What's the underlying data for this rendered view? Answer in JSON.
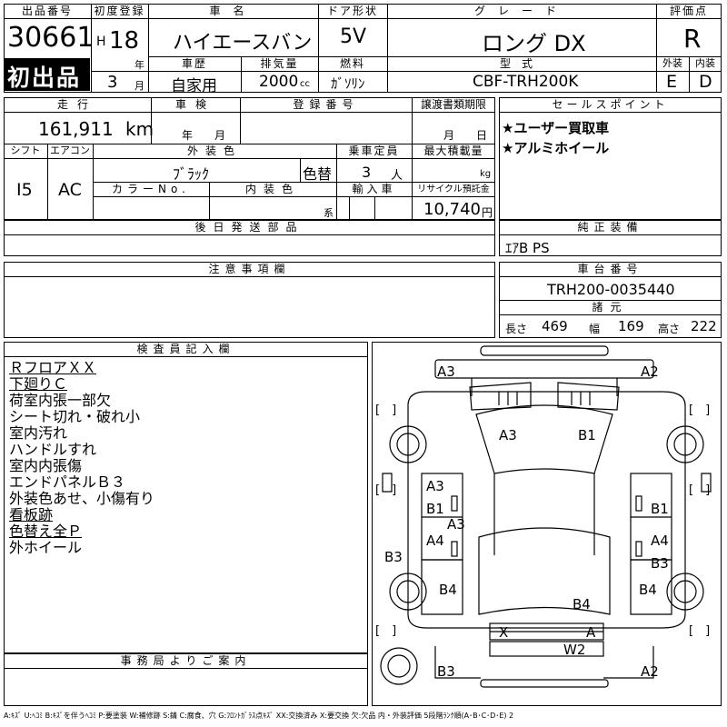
{
  "header": {
    "lot_no_label": "出品番号",
    "lot_no": "30661",
    "first_badge": "初出品",
    "first_reg_label": "初度登録",
    "era": "H",
    "year": "18",
    "year_unit": "年",
    "month": "3",
    "month_unit": "月",
    "car_name_label": "車名",
    "car_name": "ハイエースバン",
    "door_label": "ドア形状",
    "door": "5V",
    "grade_label": "グレード",
    "grade": "ロング DX",
    "score_label": "評価点",
    "score": "R",
    "history_label": "車歴",
    "history": "自家用",
    "displacement_label": "排気量",
    "displacement": "2000",
    "displacement_unit": "cc",
    "fuel_label": "燃料",
    "fuel": "ｶﾞｿﾘﾝ",
    "model_label": "型式",
    "model": "CBF-TRH200K",
    "exterior_label": "外装",
    "exterior": "E",
    "interior_label": "内装",
    "interior": "D"
  },
  "row2": {
    "mileage_label": "走行",
    "mileage": "161,911",
    "mileage_unit": "km",
    "inspection_label": "車検",
    "inspection_ym": "年　　月",
    "reg_no_label": "登録番号",
    "transfer_label": "譲渡書類期限",
    "transfer_md": "月　　日",
    "sales_label": "セールスポイント",
    "sales_points": [
      "★ユーザー買取車",
      "★アルミホイール"
    ]
  },
  "row3": {
    "shift_label": "シフト",
    "shift": "I5",
    "ac_label": "エアコン",
    "ac": "AC",
    "color_label": "外装色",
    "color": "ﾌﾞﾗｯｸ",
    "repaint": "色替",
    "capacity_label": "乗車定員",
    "capacity": "3",
    "capacity_unit": "人",
    "load_label": "最大積載量",
    "load_unit": "kg",
    "color_no_label": "カラーNo.",
    "int_color_label": "内装色",
    "int_color_suffix": "系",
    "import_label": "輸入車",
    "recycle_label": "リサイクル預託金",
    "recycle": "10,740",
    "recycle_unit": "円"
  },
  "row4": {
    "later_parts_label": "後日発送部品",
    "equip_label": "純正装備",
    "equip": "ｴｱB PS"
  },
  "row5": {
    "caution_label": "注意事項欄",
    "chassis_label": "車台番号",
    "chassis": "TRH200-0035440",
    "dims_label": "諸元",
    "length_label": "長さ",
    "length": "469",
    "width_label": "幅",
    "width": "169",
    "height_label": "高さ",
    "height": "222"
  },
  "inspector": {
    "label": "検査員記入欄",
    "notes": [
      "ＲフロアＸＸ",
      "下廻りＣ",
      "荷室内張一部欠",
      "シート切れ・破れ小",
      "室内汚れ",
      "ハンドルすれ",
      "室内内張傷",
      "エンドパネルＢ３",
      "外装色あせ、小傷有り",
      "看板跡",
      "色替え全Ｐ",
      "外ホイール"
    ],
    "office_label": "事務局よりご案内"
  },
  "diagram": {
    "marks": [
      "A3",
      "A2",
      "A3",
      "B1",
      "A3",
      "B1",
      "A3",
      "A4",
      "B1",
      "A4",
      "B3",
      "B3",
      "B4",
      "B4",
      "B4",
      "X",
      "A",
      "W2",
      "B3",
      "A2"
    ],
    "brackets": [
      "[　]",
      "[　]",
      "[　]",
      "[　]",
      "[　]",
      "[　]"
    ]
  },
  "footer": "A:ｷｽﾞ U:ﾍｺﾐ B:ｷｽﾞを伴うﾍｺﾐ P:要塗装 W:補修跡 S:錆 C:腐食、穴 G:ﾌﾛﾝﾄｶﾞﾗｽ点ｷｽﾞ XX:交換済み X:要交換 欠:欠品 内・外装評価 5段階ﾗﾝｸ順(A･B･C･D･E) 2"
}
